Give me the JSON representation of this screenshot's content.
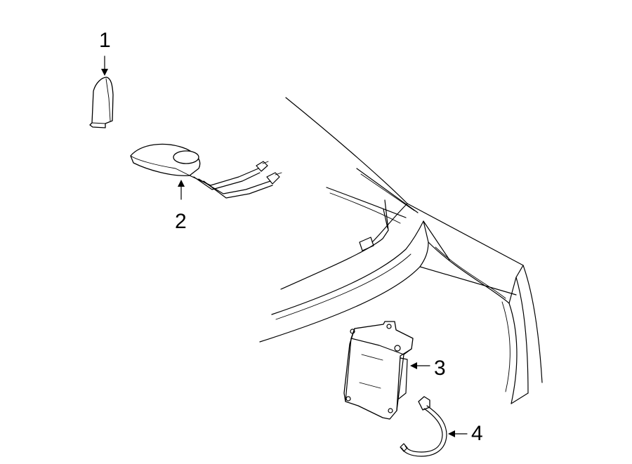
{
  "callouts": [
    {
      "id": "1",
      "label": "1"
    },
    {
      "id": "2",
      "label": "2"
    },
    {
      "id": "3",
      "label": "3"
    },
    {
      "id": "4",
      "label": "4"
    }
  ],
  "icons": {
    "antenna_mast": "antenna-mast-icon",
    "antenna_base": "antenna-base-icon",
    "control_module": "control-module-icon",
    "wiring_harness": "wiring-harness-icon",
    "vehicle_body": "vehicle-body-outline"
  }
}
